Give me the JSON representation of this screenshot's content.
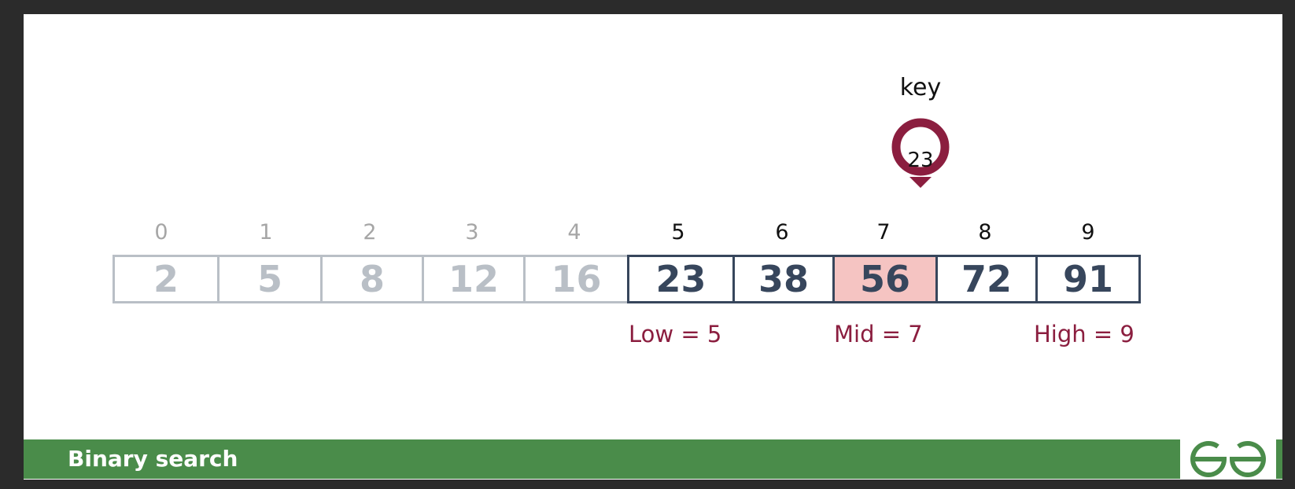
{
  "diagram": {
    "key_label": "key",
    "key_value": "23",
    "indices": [
      "0",
      "1",
      "2",
      "3",
      "4",
      "5",
      "6",
      "7",
      "8",
      "9"
    ],
    "values": [
      "2",
      "5",
      "8",
      "12",
      "16",
      "23",
      "38",
      "56",
      "72",
      "91"
    ],
    "active_from_index": 5,
    "mid_index": 7,
    "pointers": {
      "low": "Low = 5",
      "mid": "Mid = 7",
      "high": "High = 9"
    }
  },
  "footer": {
    "title": "Binary search",
    "logo": "geeksforgeeks-logo"
  },
  "colors": {
    "accent": "#8b1e3f",
    "active_border": "#37465c",
    "inactive": "#b9bfc6",
    "mid_fill": "#f5c4c2",
    "footer_green": "#4a8c4a"
  }
}
